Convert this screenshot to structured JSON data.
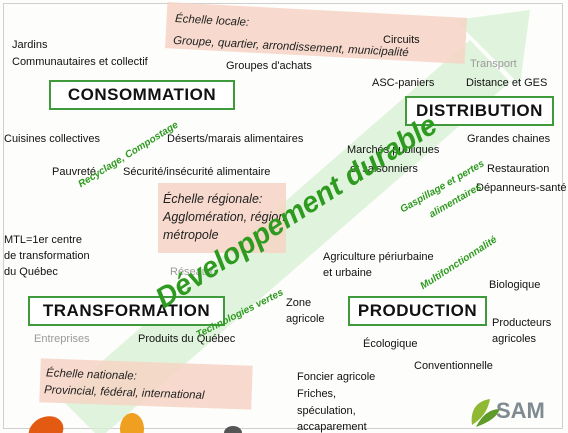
{
  "diagram": {
    "top_left": {
      "jardins": "Jardins",
      "communautaires": "Communautaires et collectif",
      "groupes_achats": "Groupes d'achats"
    },
    "local_scale": {
      "line1": "Échelle locale:",
      "line2": "Groupe, quartier, arrondissement, municipalité"
    },
    "top_right": {
      "circuits": "Circuits",
      "transport": "Transport",
      "asc": "ASC-paniers",
      "distance": "Distance et GES"
    },
    "boxes": {
      "consommation": "CONSOMMATION",
      "distribution": "DISTRIBUTION",
      "transformation": "TRANSFORMATION",
      "production": "PRODUCTION"
    },
    "middle_row": {
      "cuisines": "Cuisines collectives",
      "deserts": "Déserts/marais alimentaires",
      "marches": "Marchés publiques",
      "grandes": "Grandes chaines",
      "pauvrete": "Pauvreté",
      "securite": "Sécurité/insécurité alimentaire",
      "saisonniers": "et saisonniers",
      "restauration": "Restauration",
      "depanneurs": "Dépanneurs-santé"
    },
    "regional_scale": {
      "line1": "Échelle régionale:",
      "line2": "Agglomération, région,",
      "line3": "métropole"
    },
    "left_middle": {
      "mtl1": "MTL=1er centre",
      "mtl2": "de transformation",
      "mtl3": "du Québec",
      "reseaux": "Réseaux"
    },
    "center_right": {
      "agri1": "Agriculture périurbaine",
      "agri2": "et urbaine",
      "biologique": "Biologique",
      "zone1": "Zone",
      "zone2": "agricole",
      "producteurs1": "Producteurs",
      "producteurs2": "agricoles",
      "ecologique": "Écologique",
      "conventionnelle": "Conventionnelle"
    },
    "bottom_left": {
      "entreprises": "Entreprises",
      "produits": "Produits du Québec"
    },
    "national_scale": {
      "line1": "Échelle nationale:",
      "line2": "Provincial, fédéral, international"
    },
    "bottom_center": {
      "foncier": "Foncier agricole",
      "friches": "Friches,",
      "speculation": "spéculation,",
      "accaparement": "accaparement"
    },
    "themes": {
      "main": "Développement durable",
      "recyclage": "Recyclage, Compostage",
      "gaspillage1": "Gaspillage et pertes",
      "gaspillage2": "alimentaires",
      "technologies": "Technologies vertes",
      "multifonction": "Multifonctionnalité"
    },
    "logo": "SAM"
  },
  "colors": {
    "accent_green": "#3e9a3b",
    "band_pink": "#f6d3c4",
    "diagonal_green": "#cdeccb",
    "theme_text_green": "#2e9a20"
  }
}
